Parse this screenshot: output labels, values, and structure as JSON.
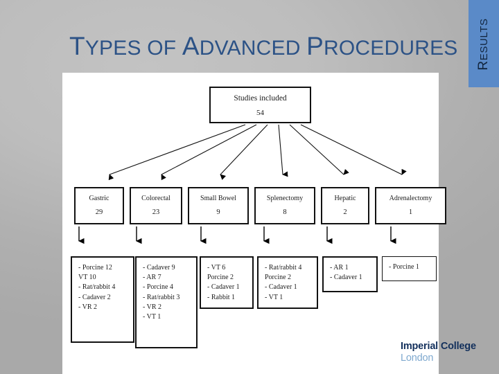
{
  "slide": {
    "title": "TYPES OF ADVANCED PROCEDURES",
    "section_label": "RESULTS",
    "accent_blue": "#5a8ac8",
    "title_color": "#2c5286"
  },
  "logo": {
    "line1": "Imperial College",
    "line2": "London",
    "line1_color": "#13305c",
    "line2_color": "#7fa9cf"
  },
  "flowchart": {
    "root": {
      "label": "Studies included",
      "value": "54"
    },
    "categories": [
      {
        "label": "Gastric",
        "value": "29"
      },
      {
        "label": "Colorectal",
        "value": "23"
      },
      {
        "label": "Small Bowel",
        "value": "9"
      },
      {
        "label": "Splenectomy",
        "value": "8"
      },
      {
        "label": "Hepatic",
        "value": "2"
      },
      {
        "label": "Adrenalectomy",
        "value": "1"
      }
    ],
    "details": [
      {
        "lines": [
          "- Porcine 12",
          "  VT 10",
          "- Rat/rabbit 4",
          "- Cadaver 2",
          "- VR 2"
        ]
      },
      {
        "lines": [
          "- Cadaver 9",
          "- AR 7",
          "- Porcine 4",
          "- Rat/rabbit 3",
          "- VR 2",
          "- VT 1"
        ]
      },
      {
        "lines": [
          "- VT 6",
          "  Porcine 2",
          "- Cadaver 1",
          "- Rabbit 1"
        ]
      },
      {
        "lines": [
          "- Rat/rabbit 4",
          "  Porcine 2",
          "- Cadaver 1",
          "- VT   1"
        ]
      },
      {
        "lines": [
          "- AR 1",
          "- Cadaver   1"
        ]
      },
      {
        "lines": [
          "- Porcine 1"
        ]
      }
    ]
  }
}
